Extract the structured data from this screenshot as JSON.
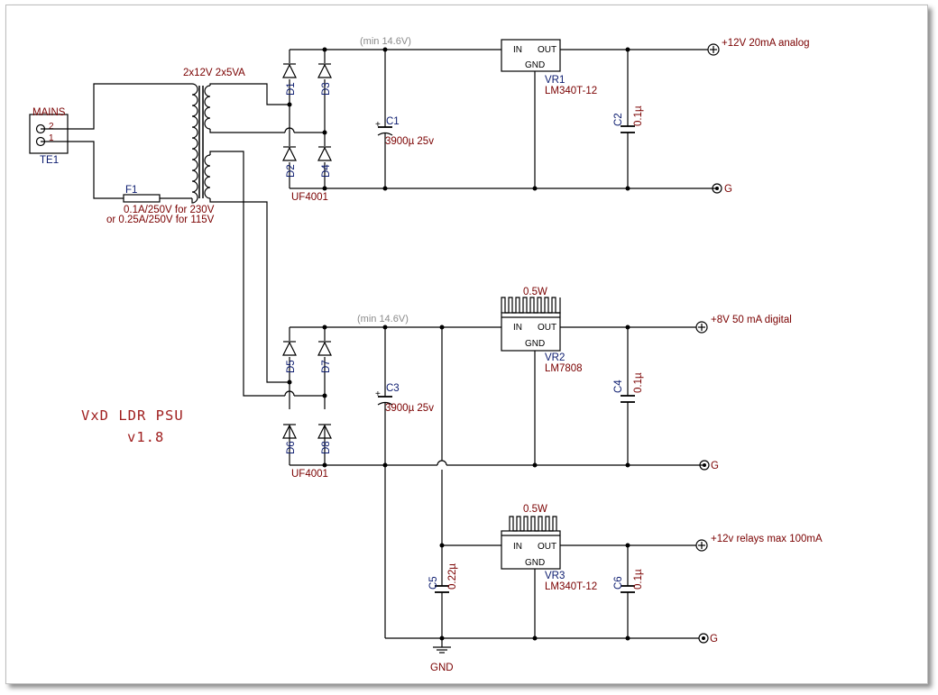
{
  "title": {
    "line1": "VxD LDR PSU",
    "line2": "v1.8"
  },
  "mains": {
    "label": "MAINS",
    "pin2": "2",
    "pin1": "1",
    "ref": "TE1"
  },
  "transformer": {
    "label": "2x12V 2x5VA"
  },
  "fuse": {
    "ref": "F1",
    "note1": "0.1A/250V for 230V",
    "note2": "or 0.25A/250V for 115V"
  },
  "diodes": {
    "d1": "D1",
    "d2": "D2",
    "d3": "D3",
    "d4": "D4",
    "d5": "D5",
    "d6": "D6",
    "d7": "D7",
    "d8": "D8",
    "type_top": "UF4001",
    "type_bottom": "UF4001"
  },
  "caps": {
    "c1": {
      "ref": "C1",
      "value": "3900µ 25v"
    },
    "c2": {
      "ref": "C2",
      "value": "0.1µ"
    },
    "c3": {
      "ref": "C3",
      "value": "3900µ 25v"
    },
    "c4": {
      "ref": "C4",
      "value": "0.1µ"
    },
    "c5": {
      "ref": "C5",
      "value": "0.22µ"
    },
    "c6": {
      "ref": "C6",
      "value": "0.1µ"
    }
  },
  "regulators": {
    "vr1": {
      "ref": "VR1",
      "part": "LM340T-12",
      "in": "IN",
      "out": "OUT",
      "gnd": "GND"
    },
    "vr2": {
      "ref": "VR2",
      "part": "LM7808",
      "in": "IN",
      "out": "OUT",
      "gnd": "GND",
      "heatsink": "0.5W"
    },
    "vr3": {
      "ref": "VR3",
      "part": "LM340T-12",
      "in": "IN",
      "out": "OUT",
      "gnd": "GND",
      "heatsink": "0.5W"
    }
  },
  "min_note_top": "(min 14.6V)",
  "min_note_bottom": "(min 14.6V)",
  "outputs": {
    "out1": "+12V 20mA analog",
    "out2": "+8V 50 mA digital",
    "out3": "+12v relays max 100mA",
    "gnd1": "G",
    "gnd2": "G",
    "gnd3": "G"
  },
  "ground": {
    "label": "GND"
  },
  "colors": {
    "wire": "#000000",
    "value_text": "#7a0000",
    "ref_text": "#0a1a6e",
    "note_text": "#8a8a8a",
    "title_text": "#a02020"
  }
}
